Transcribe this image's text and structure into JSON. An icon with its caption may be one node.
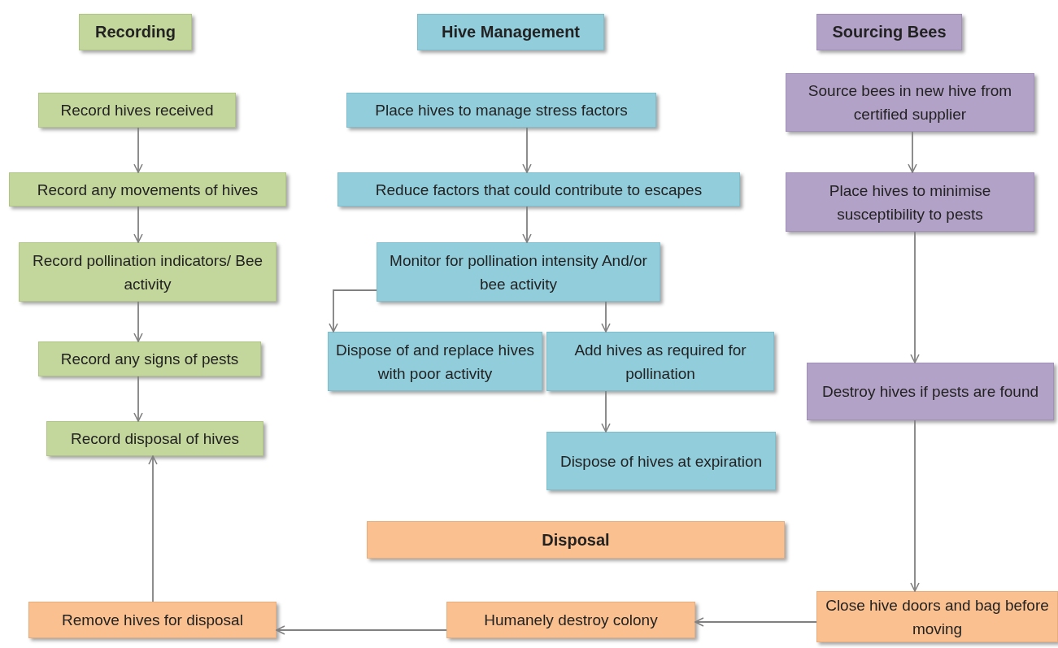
{
  "diagram": {
    "nodes": [
      {
        "text": [
          "Recording"
        ]
      },
      {
        "text": [
          "Hive Management"
        ]
      },
      {
        "text": [
          "Sourcing Bees"
        ]
      },
      {
        "text": [
          "Record hives received"
        ]
      },
      {
        "text": [
          "Record any movements of hives"
        ]
      },
      {
        "text": [
          "Record pollination indicators/ Bee activity"
        ]
      },
      {
        "text": [
          "Record any signs of pests"
        ]
      },
      {
        "text": [
          "Record disposal of hives"
        ]
      },
      {
        "text": [
          "Place hives to manage stress factors"
        ]
      },
      {
        "text": [
          "Reduce factors that could contribute to escapes"
        ]
      },
      {
        "text": [
          "Monitor for pollination intensity And/or bee activity"
        ]
      },
      {
        "text": [
          "Dispose of and replace hives with poor activity"
        ]
      },
      {
        "text": [
          "Add hives as required for pollination"
        ]
      },
      {
        "text": [
          "Dispose of hives at expiration"
        ]
      },
      {
        "text": [
          "Source bees in new hive from certified supplier"
        ]
      },
      {
        "text": [
          "Place hives to minimise susceptibility to pests"
        ]
      },
      {
        "text": [
          "Destroy hives if pests are found"
        ]
      },
      {
        "text": [
          "Disposal"
        ]
      },
      {
        "text": [
          "Remove hives for disposal"
        ]
      },
      {
        "text": [
          "Humanely destroy colony"
        ]
      },
      {
        "text": [
          "Close hive doors and bag before moving"
        ]
      }
    ],
    "edges": [
      {
        "from": 3,
        "to": 4,
        "arrow": "to"
      },
      {
        "from": 4,
        "to": 5,
        "arrow": "to"
      },
      {
        "from": 5,
        "to": 6,
        "arrow": "to"
      },
      {
        "from": 6,
        "to": 7,
        "arrow": "to"
      },
      {
        "from": 8,
        "to": 9,
        "arrow": "to"
      },
      {
        "from": 9,
        "to": 10,
        "arrow": "to"
      },
      {
        "from": 10,
        "to": 11,
        "arrow": "to"
      },
      {
        "from": 10,
        "to": 12,
        "arrow": "to"
      },
      {
        "from": 12,
        "to": 13,
        "arrow": "to"
      },
      {
        "from": 14,
        "to": 15,
        "arrow": "to"
      },
      {
        "from": 15,
        "to": 16,
        "arrow": "to"
      },
      {
        "from": 16,
        "to": 20,
        "arrow": "to"
      },
      {
        "from": 20,
        "to": 19,
        "arrow": "to"
      },
      {
        "from": 19,
        "to": 18,
        "arrow": "to"
      },
      {
        "from": 18,
        "to": 7,
        "arrow": "to"
      }
    ]
  }
}
